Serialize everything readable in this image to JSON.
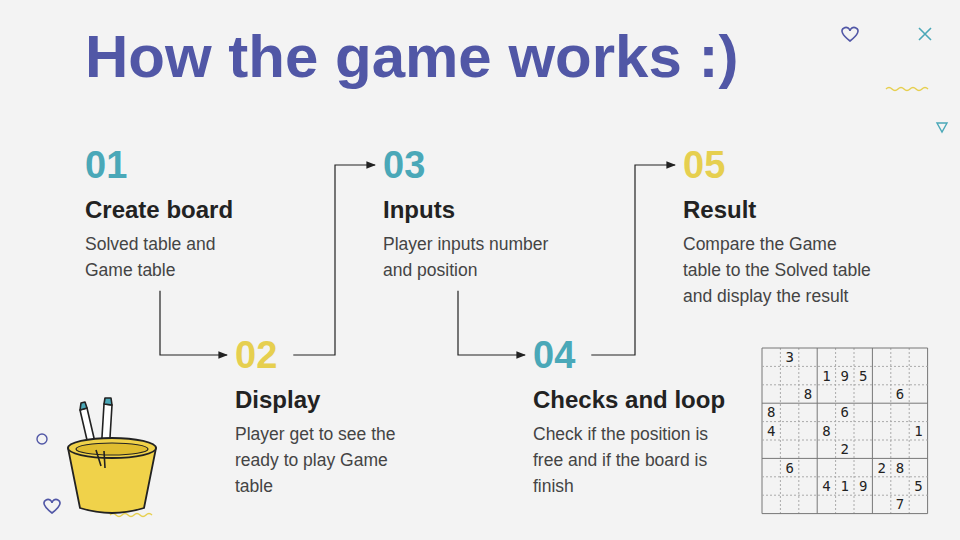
{
  "diagram": {
    "title": "How the game works :)",
    "nodes": [
      {
        "text": [
          "01",
          "Create board",
          "Solved table and Game table"
        ]
      },
      {
        "text": [
          "02",
          "Display",
          "Player get to see the ready to play Game table"
        ]
      },
      {
        "text": [
          "03",
          "Inputs",
          "Player inputs number and position"
        ]
      },
      {
        "text": [
          "04",
          "Checks and loop",
          "Check if the position is free and if the board is finish"
        ]
      },
      {
        "text": [
          "05",
          "Result",
          "Compare the Game table to the Solved table and display the result"
        ]
      }
    ],
    "edges": [
      {
        "from": 0,
        "to": 1,
        "arrow": "to"
      },
      {
        "from": 1,
        "to": 2,
        "arrow": "to"
      },
      {
        "from": 2,
        "to": 3,
        "arrow": "to"
      },
      {
        "from": 3,
        "to": 4,
        "arrow": "to"
      }
    ],
    "labels": [
      "3",
      "1",
      "9",
      "5",
      "8",
      "6",
      "8",
      "6",
      "4",
      "8",
      "1",
      "2",
      "6",
      "2",
      "8",
      "4",
      "1",
      "9",
      "5",
      "7"
    ]
  }
}
